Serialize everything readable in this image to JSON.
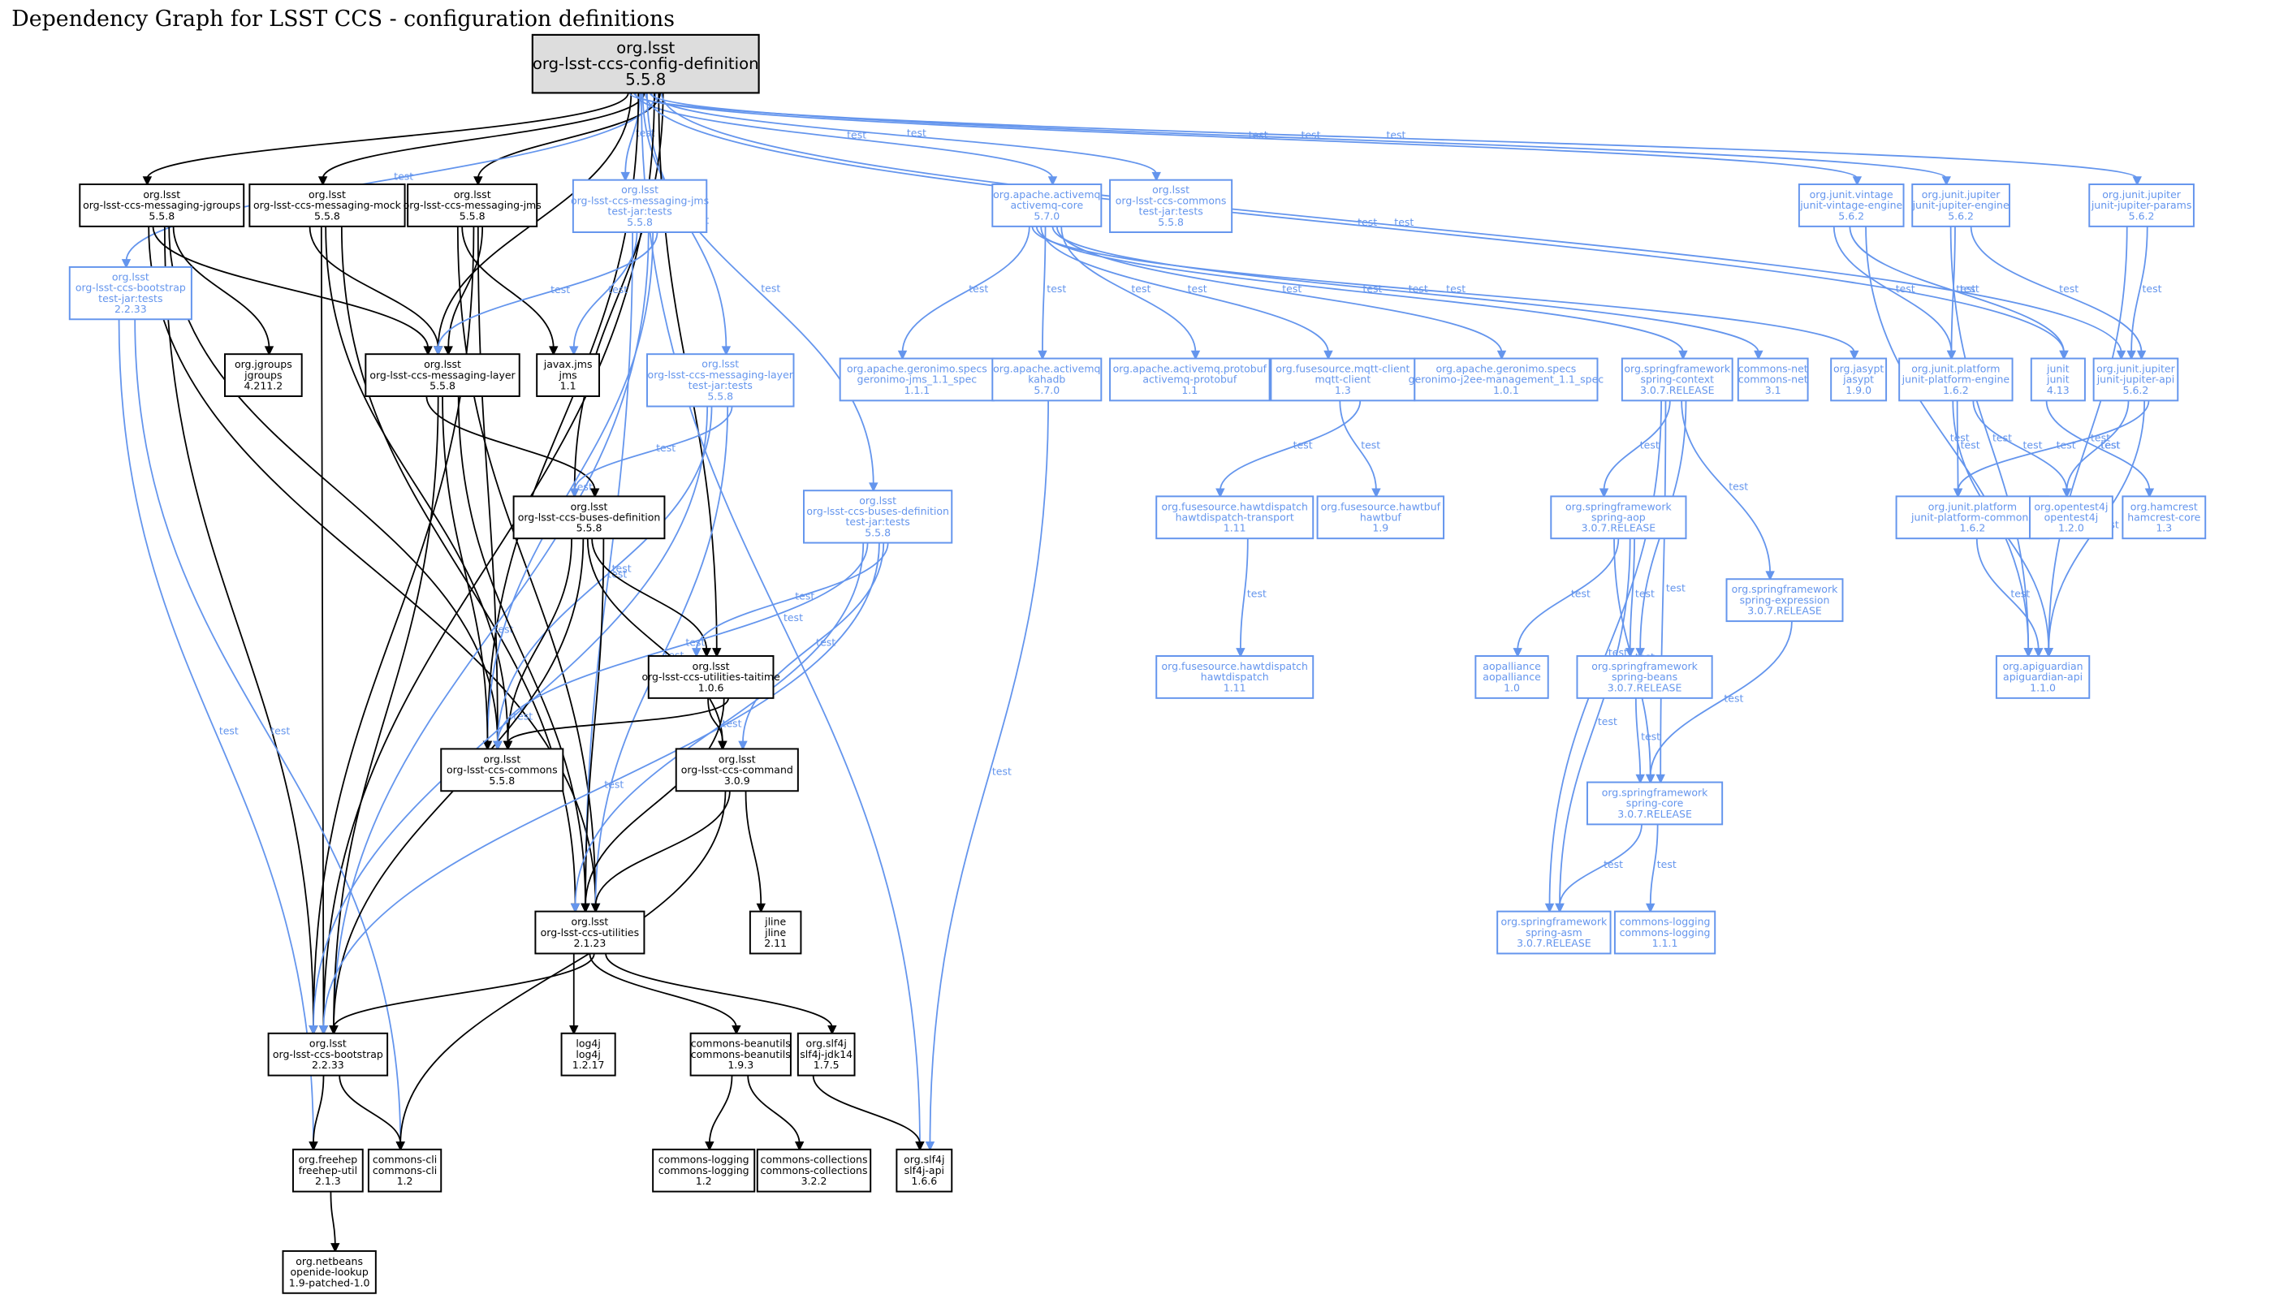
{
  "title": "Dependency Graph for LSST CCS - configuration definitions",
  "legend_colors": {
    "compile": "#000000",
    "test": "#6495ed",
    "root_fill": "#dddddd"
  },
  "edge_label_test": "test",
  "nodes": [
    {
      "id": "root",
      "kind": "root",
      "lines": [
        "org.lsst",
        "org-lsst-ccs-config-definition",
        "5.5.8"
      ]
    },
    {
      "id": "jgroups",
      "kind": "main",
      "lines": [
        "org.lsst",
        "org-lsst-ccs-messaging-jgroups",
        "5.5.8"
      ]
    },
    {
      "id": "mock",
      "kind": "main",
      "lines": [
        "org.lsst",
        "org-lsst-ccs-messaging-mock",
        "5.5.8"
      ]
    },
    {
      "id": "jmsmsg",
      "kind": "main",
      "lines": [
        "org.lsst",
        "org-lsst-ccs-messaging-jms",
        "5.5.8"
      ]
    },
    {
      "id": "jmstests",
      "kind": "test",
      "lines": [
        "org.lsst",
        "org-lsst-ccs-messaging-jms",
        "test-jar:tests",
        "5.5.8"
      ]
    },
    {
      "id": "boottests",
      "kind": "test",
      "lines": [
        "org.lsst",
        "org-lsst-ccs-bootstrap",
        "test-jar:tests",
        "2.2.33"
      ]
    },
    {
      "id": "amqcore",
      "kind": "test",
      "lines": [
        "org.apache.activemq",
        "activemq-core",
        "5.7.0"
      ]
    },
    {
      "id": "commonstests",
      "kind": "test",
      "lines": [
        "org.lsst",
        "org-lsst-ccs-commons",
        "test-jar:tests",
        "5.5.8"
      ]
    },
    {
      "id": "jgroupslib",
      "kind": "main",
      "lines": [
        "org.jgroups",
        "jgroups",
        "4.211.2"
      ]
    },
    {
      "id": "layer",
      "kind": "main",
      "lines": [
        "org.lsst",
        "org-lsst-ccs-messaging-layer",
        "5.5.8"
      ]
    },
    {
      "id": "javaxjms",
      "kind": "main",
      "lines": [
        "javax.jms",
        "jms",
        "1.1"
      ]
    },
    {
      "id": "layertests",
      "kind": "test",
      "lines": [
        "org.lsst",
        "org-lsst-ccs-messaging-layer",
        "test-jar:tests",
        "5.5.8"
      ]
    },
    {
      "id": "geronimojms",
      "kind": "test",
      "lines": [
        "org.apache.geronimo.specs",
        "geronimo-jms_1.1_spec",
        "1.1.1"
      ]
    },
    {
      "id": "kahadb",
      "kind": "test",
      "lines": [
        "org.apache.activemq",
        "kahadb",
        "5.7.0"
      ]
    },
    {
      "id": "protobuf",
      "kind": "test",
      "lines": [
        "org.apache.activemq.protobuf",
        "activemq-protobuf",
        "1.1"
      ]
    },
    {
      "id": "mqtt",
      "kind": "test",
      "lines": [
        "org.fusesource.mqtt-client",
        "mqtt-client",
        "1.3"
      ]
    },
    {
      "id": "j2ee",
      "kind": "test",
      "lines": [
        "org.apache.geronimo.specs",
        "geronimo-j2ee-management_1.1_spec",
        "1.0.1"
      ]
    },
    {
      "id": "springctx",
      "kind": "test",
      "lines": [
        "org.springframework",
        "spring-context",
        "3.0.7.RELEASE"
      ]
    },
    {
      "id": "commonsnet",
      "kind": "test",
      "lines": [
        "commons-net",
        "commons-net",
        "3.1"
      ]
    },
    {
      "id": "jasypt",
      "kind": "test",
      "lines": [
        "org.jasypt",
        "jasypt",
        "1.9.0"
      ]
    },
    {
      "id": "vintage",
      "kind": "test",
      "lines": [
        "org.junit.vintage",
        "junit-vintage-engine",
        "5.6.2"
      ]
    },
    {
      "id": "jupengine",
      "kind": "test",
      "lines": [
        "org.junit.jupiter",
        "junit-jupiter-engine",
        "5.6.2"
      ]
    },
    {
      "id": "jupparams",
      "kind": "test",
      "lines": [
        "org.junit.jupiter",
        "junit-jupiter-params",
        "5.6.2"
      ]
    },
    {
      "id": "platengine",
      "kind": "test",
      "lines": [
        "org.junit.platform",
        "junit-platform-engine",
        "1.6.2"
      ]
    },
    {
      "id": "junit",
      "kind": "test",
      "lines": [
        "junit",
        "junit",
        "4.13"
      ]
    },
    {
      "id": "jupapi",
      "kind": "test",
      "lines": [
        "org.junit.jupiter",
        "junit-jupiter-api",
        "5.6.2"
      ]
    },
    {
      "id": "busesdef",
      "kind": "main",
      "lines": [
        "org.lsst",
        "org-lsst-ccs-buses-definition",
        "5.5.8"
      ]
    },
    {
      "id": "busestests",
      "kind": "test",
      "lines": [
        "org.lsst",
        "org-lsst-ccs-buses-definition",
        "test-jar:tests",
        "5.5.8"
      ]
    },
    {
      "id": "hawttransport",
      "kind": "test",
      "lines": [
        "org.fusesource.hawtdispatch",
        "hawtdispatch-transport",
        "1.11"
      ]
    },
    {
      "id": "hawtbuf",
      "kind": "test",
      "lines": [
        "org.fusesource.hawtbuf",
        "hawtbuf",
        "1.9"
      ]
    },
    {
      "id": "springaop",
      "kind": "test",
      "lines": [
        "org.springframework",
        "spring-aop",
        "3.0.7.RELEASE"
      ]
    },
    {
      "id": "springexpr",
      "kind": "test",
      "lines": [
        "org.springframework",
        "spring-expression",
        "3.0.7.RELEASE"
      ]
    },
    {
      "id": "platcommons",
      "kind": "test",
      "lines": [
        "org.junit.platform",
        "junit-platform-commons",
        "1.6.2"
      ]
    },
    {
      "id": "opentest4j",
      "kind": "test",
      "lines": [
        "org.opentest4j",
        "opentest4j",
        "1.2.0"
      ]
    },
    {
      "id": "hamcrest",
      "kind": "test",
      "lines": [
        "org.hamcrest",
        "hamcrest-core",
        "1.3"
      ]
    },
    {
      "id": "taitime",
      "kind": "main",
      "lines": [
        "org.lsst",
        "org-lsst-ccs-utilities-taitime",
        "1.0.6"
      ]
    },
    {
      "id": "hawtdispatch",
      "kind": "test",
      "lines": [
        "org.fusesource.hawtdispatch",
        "hawtdispatch",
        "1.11"
      ]
    },
    {
      "id": "aopalliance",
      "kind": "test",
      "lines": [
        "aopalliance",
        "aopalliance",
        "1.0"
      ]
    },
    {
      "id": "springbeans",
      "kind": "test",
      "lines": [
        "org.springframework",
        "spring-beans",
        "3.0.7.RELEASE"
      ]
    },
    {
      "id": "apiguardian",
      "kind": "test",
      "lines": [
        "org.apiguardian",
        "apiguardian-api",
        "1.1.0"
      ]
    },
    {
      "id": "commons",
      "kind": "main",
      "lines": [
        "org.lsst",
        "org-lsst-ccs-commons",
        "5.5.8"
      ]
    },
    {
      "id": "command",
      "kind": "main",
      "lines": [
        "org.lsst",
        "org-lsst-ccs-command",
        "3.0.9"
      ]
    },
    {
      "id": "springcore",
      "kind": "test",
      "lines": [
        "org.springframework",
        "spring-core",
        "3.0.7.RELEASE"
      ]
    },
    {
      "id": "utilities",
      "kind": "main",
      "lines": [
        "org.lsst",
        "org-lsst-ccs-utilities",
        "2.1.23"
      ]
    },
    {
      "id": "jline",
      "kind": "main",
      "lines": [
        "jline",
        "jline",
        "2.11"
      ]
    },
    {
      "id": "springasm",
      "kind": "test",
      "lines": [
        "org.springframework",
        "spring-asm",
        "3.0.7.RELEASE"
      ]
    },
    {
      "id": "clogging111",
      "kind": "test",
      "lines": [
        "commons-logging",
        "commons-logging",
        "1.1.1"
      ]
    },
    {
      "id": "bootstrap",
      "kind": "main",
      "lines": [
        "org.lsst",
        "org-lsst-ccs-bootstrap",
        "2.2.33"
      ]
    },
    {
      "id": "log4j",
      "kind": "main",
      "lines": [
        "log4j",
        "log4j",
        "1.2.17"
      ]
    },
    {
      "id": "beanutils",
      "kind": "main",
      "lines": [
        "commons-beanutils",
        "commons-beanutils",
        "1.9.3"
      ]
    },
    {
      "id": "slf4jjdk14",
      "kind": "main",
      "lines": [
        "org.slf4j",
        "slf4j-jdk14",
        "1.7.5"
      ]
    },
    {
      "id": "freehep",
      "kind": "main",
      "lines": [
        "org.freehep",
        "freehep-util",
        "2.1.3"
      ]
    },
    {
      "id": "commonscli",
      "kind": "main",
      "lines": [
        "commons-cli",
        "commons-cli",
        "1.2"
      ]
    },
    {
      "id": "clogging12",
      "kind": "main",
      "lines": [
        "commons-logging",
        "commons-logging",
        "1.2"
      ]
    },
    {
      "id": "collections",
      "kind": "main",
      "lines": [
        "commons-collections",
        "commons-collections",
        "3.2.2"
      ]
    },
    {
      "id": "slf4japi",
      "kind": "main",
      "lines": [
        "org.slf4j",
        "slf4j-api",
        "1.6.6"
      ]
    },
    {
      "id": "openide",
      "kind": "main",
      "lines": [
        "org.netbeans",
        "openide-lookup",
        "1.9-patched-1.0"
      ]
    }
  ],
  "edges": [
    [
      "root",
      "jgroups",
      "main"
    ],
    [
      "root",
      "mock",
      "main"
    ],
    [
      "root",
      "jmsmsg",
      "main"
    ],
    [
      "root",
      "jmstests",
      "test"
    ],
    [
      "root",
      "boottests",
      "test"
    ],
    [
      "root",
      "amqcore",
      "test"
    ],
    [
      "root",
      "commonstests",
      "test"
    ],
    [
      "root",
      "layer",
      "main"
    ],
    [
      "root",
      "layertests",
      "test"
    ],
    [
      "root",
      "busesdef",
      "main"
    ],
    [
      "root",
      "busestests",
      "test"
    ],
    [
      "root",
      "taitime",
      "main"
    ],
    [
      "root",
      "commons",
      "main"
    ],
    [
      "root",
      "bootstrap",
      "main"
    ],
    [
      "root",
      "vintage",
      "test"
    ],
    [
      "root",
      "jupengine",
      "test"
    ],
    [
      "root",
      "jupparams",
      "test"
    ],
    [
      "root",
      "junit",
      "test"
    ],
    [
      "root",
      "jupapi",
      "test"
    ],
    [
      "root",
      "slf4japi",
      "test"
    ],
    [
      "jgroups",
      "jgroupslib",
      "main"
    ],
    [
      "jgroups",
      "layer",
      "main"
    ],
    [
      "jgroups",
      "commons",
      "main"
    ],
    [
      "jgroups",
      "utilities",
      "main"
    ],
    [
      "jgroups",
      "bootstrap",
      "main"
    ],
    [
      "mock",
      "layer",
      "main"
    ],
    [
      "mock",
      "commons",
      "main"
    ],
    [
      "mock",
      "utilities",
      "main"
    ],
    [
      "mock",
      "bootstrap",
      "main"
    ],
    [
      "jmsmsg",
      "layer",
      "main"
    ],
    [
      "jmsmsg",
      "javaxjms",
      "main"
    ],
    [
      "jmsmsg",
      "commons",
      "main"
    ],
    [
      "jmsmsg",
      "utilities",
      "main"
    ],
    [
      "jmsmsg",
      "bootstrap",
      "main"
    ],
    [
      "jmstests",
      "layer",
      "test"
    ],
    [
      "jmstests",
      "javaxjms",
      "test"
    ],
    [
      "jmstests",
      "commons",
      "test"
    ],
    [
      "jmstests",
      "utilities",
      "test"
    ],
    [
      "jmstests",
      "bootstrap",
      "test"
    ],
    [
      "boottests",
      "freehep",
      "test"
    ],
    [
      "boottests",
      "commonscli",
      "test"
    ],
    [
      "layer",
      "busesdef",
      "main"
    ],
    [
      "layer",
      "commons",
      "main"
    ],
    [
      "layer",
      "utilities",
      "main"
    ],
    [
      "layer",
      "bootstrap",
      "main"
    ],
    [
      "layertests",
      "busesdef",
      "test"
    ],
    [
      "layertests",
      "commons",
      "test"
    ],
    [
      "layertests",
      "utilities",
      "test"
    ],
    [
      "layertests",
      "bootstrap",
      "test"
    ],
    [
      "busesdef",
      "taitime",
      "main"
    ],
    [
      "busesdef",
      "commons",
      "main"
    ],
    [
      "busesdef",
      "command",
      "main"
    ],
    [
      "busesdef",
      "utilities",
      "main"
    ],
    [
      "busesdef",
      "bootstrap",
      "main"
    ],
    [
      "busestests",
      "taitime",
      "test"
    ],
    [
      "busestests",
      "commons",
      "test"
    ],
    [
      "busestests",
      "command",
      "test"
    ],
    [
      "busestests",
      "utilities",
      "test"
    ],
    [
      "busestests",
      "bootstrap",
      "test"
    ],
    [
      "taitime",
      "commons",
      "main"
    ],
    [
      "taitime",
      "command",
      "main"
    ],
    [
      "taitime",
      "utilities",
      "main"
    ],
    [
      "command",
      "utilities",
      "main"
    ],
    [
      "command",
      "jline",
      "main"
    ],
    [
      "command",
      "commonscli",
      "main"
    ],
    [
      "utilities",
      "bootstrap",
      "main"
    ],
    [
      "utilities",
      "log4j",
      "main"
    ],
    [
      "utilities",
      "beanutils",
      "main"
    ],
    [
      "utilities",
      "slf4jjdk14",
      "main"
    ],
    [
      "bootstrap",
      "freehep",
      "main"
    ],
    [
      "bootstrap",
      "commonscli",
      "main"
    ],
    [
      "beanutils",
      "clogging12",
      "main"
    ],
    [
      "beanutils",
      "collections",
      "main"
    ],
    [
      "slf4jjdk14",
      "slf4japi",
      "main"
    ],
    [
      "freehep",
      "openide",
      "main"
    ],
    [
      "amqcore",
      "geronimojms",
      "test"
    ],
    [
      "amqcore",
      "kahadb",
      "test"
    ],
    [
      "amqcore",
      "protobuf",
      "test"
    ],
    [
      "amqcore",
      "mqtt",
      "test"
    ],
    [
      "amqcore",
      "j2ee",
      "test"
    ],
    [
      "amqcore",
      "springctx",
      "test"
    ],
    [
      "amqcore",
      "commonsnet",
      "test"
    ],
    [
      "amqcore",
      "jasypt",
      "test"
    ],
    [
      "kahadb",
      "slf4japi",
      "test"
    ],
    [
      "mqtt",
      "hawttransport",
      "test"
    ],
    [
      "mqtt",
      "hawtbuf",
      "test"
    ],
    [
      "hawttransport",
      "hawtdispatch",
      "test"
    ],
    [
      "springctx",
      "springaop",
      "test"
    ],
    [
      "springctx",
      "springbeans",
      "test"
    ],
    [
      "springctx",
      "springcore",
      "test"
    ],
    [
      "springctx",
      "springexpr",
      "test"
    ],
    [
      "springctx",
      "springasm",
      "test"
    ],
    [
      "springaop",
      "aopalliance",
      "test"
    ],
    [
      "springaop",
      "springbeans",
      "test"
    ],
    [
      "springaop",
      "springcore",
      "test"
    ],
    [
      "springaop",
      "springasm",
      "test"
    ],
    [
      "springbeans",
      "springcore",
      "test"
    ],
    [
      "springexpr",
      "springcore",
      "test"
    ],
    [
      "springcore",
      "springasm",
      "test"
    ],
    [
      "springcore",
      "clogging111",
      "test"
    ],
    [
      "vintage",
      "platengine",
      "test"
    ],
    [
      "vintage",
      "junit",
      "test"
    ],
    [
      "vintage",
      "apiguardian",
      "test"
    ],
    [
      "jupengine",
      "platengine",
      "test"
    ],
    [
      "jupengine",
      "jupapi",
      "test"
    ],
    [
      "jupengine",
      "apiguardian",
      "test"
    ],
    [
      "jupparams",
      "jupapi",
      "test"
    ],
    [
      "jupparams",
      "apiguardian",
      "test"
    ],
    [
      "platengine",
      "platcommons",
      "test"
    ],
    [
      "platengine",
      "opentest4j",
      "test"
    ],
    [
      "platengine",
      "apiguardian",
      "test"
    ],
    [
      "jupapi",
      "platcommons",
      "test"
    ],
    [
      "jupapi",
      "opentest4j",
      "test"
    ],
    [
      "jupapi",
      "apiguardian",
      "test"
    ],
    [
      "junit",
      "hamcrest",
      "test"
    ],
    [
      "platcommons",
      "apiguardian",
      "test"
    ]
  ]
}
